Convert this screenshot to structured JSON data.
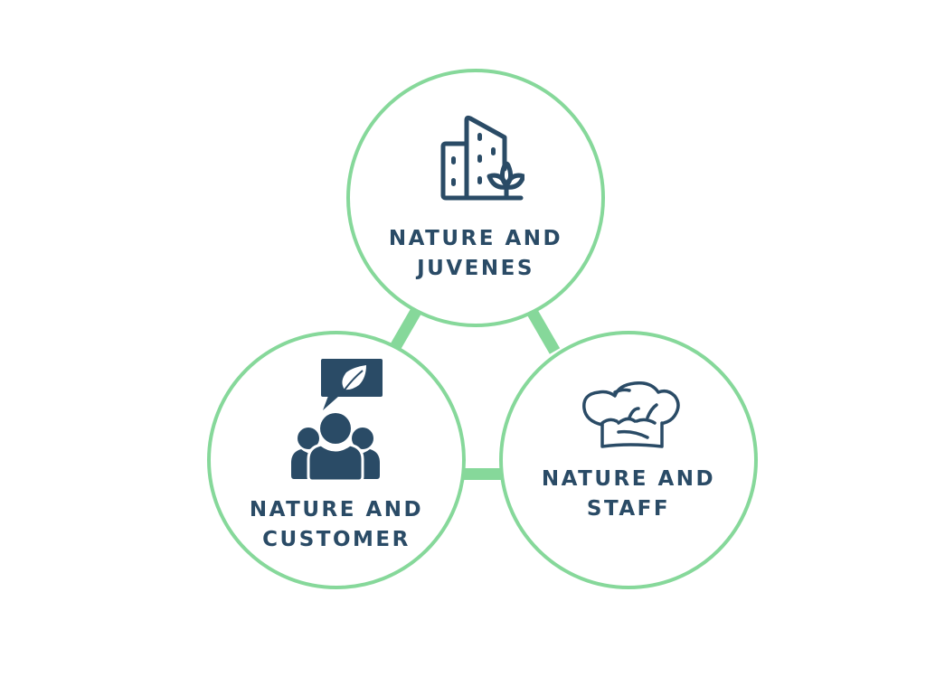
{
  "diagram": {
    "type": "three-circle-connected-cluster",
    "colors": {
      "ring": "#86d89a",
      "text": "#2a4b66",
      "icon": "#2a4b66",
      "background": "#ffffff"
    },
    "nodes": [
      {
        "id": "top",
        "icon": "building-with-plant-icon",
        "label_line1": "NATURE AND",
        "label_line2": "JUVENES"
      },
      {
        "id": "left",
        "icon": "people-speech-leaf-icon",
        "label_line1": "NATURE AND",
        "label_line2": "CUSTOMER"
      },
      {
        "id": "right",
        "icon": "chef-hat-icon",
        "label_line1": "NATURE AND",
        "label_line2": "STAFF"
      }
    ],
    "connections": [
      {
        "from": "top",
        "to": "left"
      },
      {
        "from": "top",
        "to": "right"
      },
      {
        "from": "left",
        "to": "right"
      }
    ]
  }
}
